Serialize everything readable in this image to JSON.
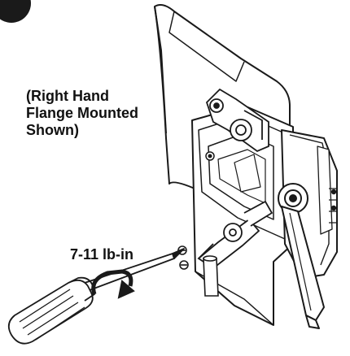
{
  "note_lines": [
    "(Right Hand",
    "Flange Mounted",
    "Shown)"
  ],
  "torque_label": "7-11 lb-in",
  "colors": {
    "line": "#1a1a1a",
    "fill": "#ffffff",
    "badge": "#1a1a1a"
  }
}
